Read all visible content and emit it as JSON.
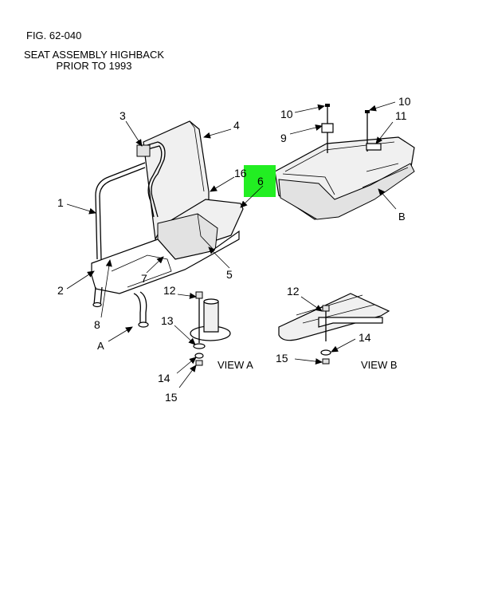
{
  "figure": {
    "number": "FIG.  62-040",
    "title_line1": "SEAT ASSEMBLY HIGHBACK",
    "title_line2": "PRIOR TO 1993"
  },
  "views": {
    "view_a": "VIEW A",
    "view_b": "VIEW B"
  },
  "view_refs": {
    "a": "A",
    "b": "B"
  },
  "callouts": {
    "c1": "1",
    "c2": "2",
    "c3": "3",
    "c4": "4",
    "c5": "5",
    "c6": "6",
    "c7": "7",
    "c8": "8",
    "c9": "9",
    "c10a": "10",
    "c10b": "10",
    "c11": "11",
    "c12a": "12",
    "c12b": "12",
    "c13": "13",
    "c14a": "14",
    "c14b": "14",
    "c15a": "15",
    "c15b": "15",
    "c16": "16"
  },
  "highlight_color": "#22ee22"
}
